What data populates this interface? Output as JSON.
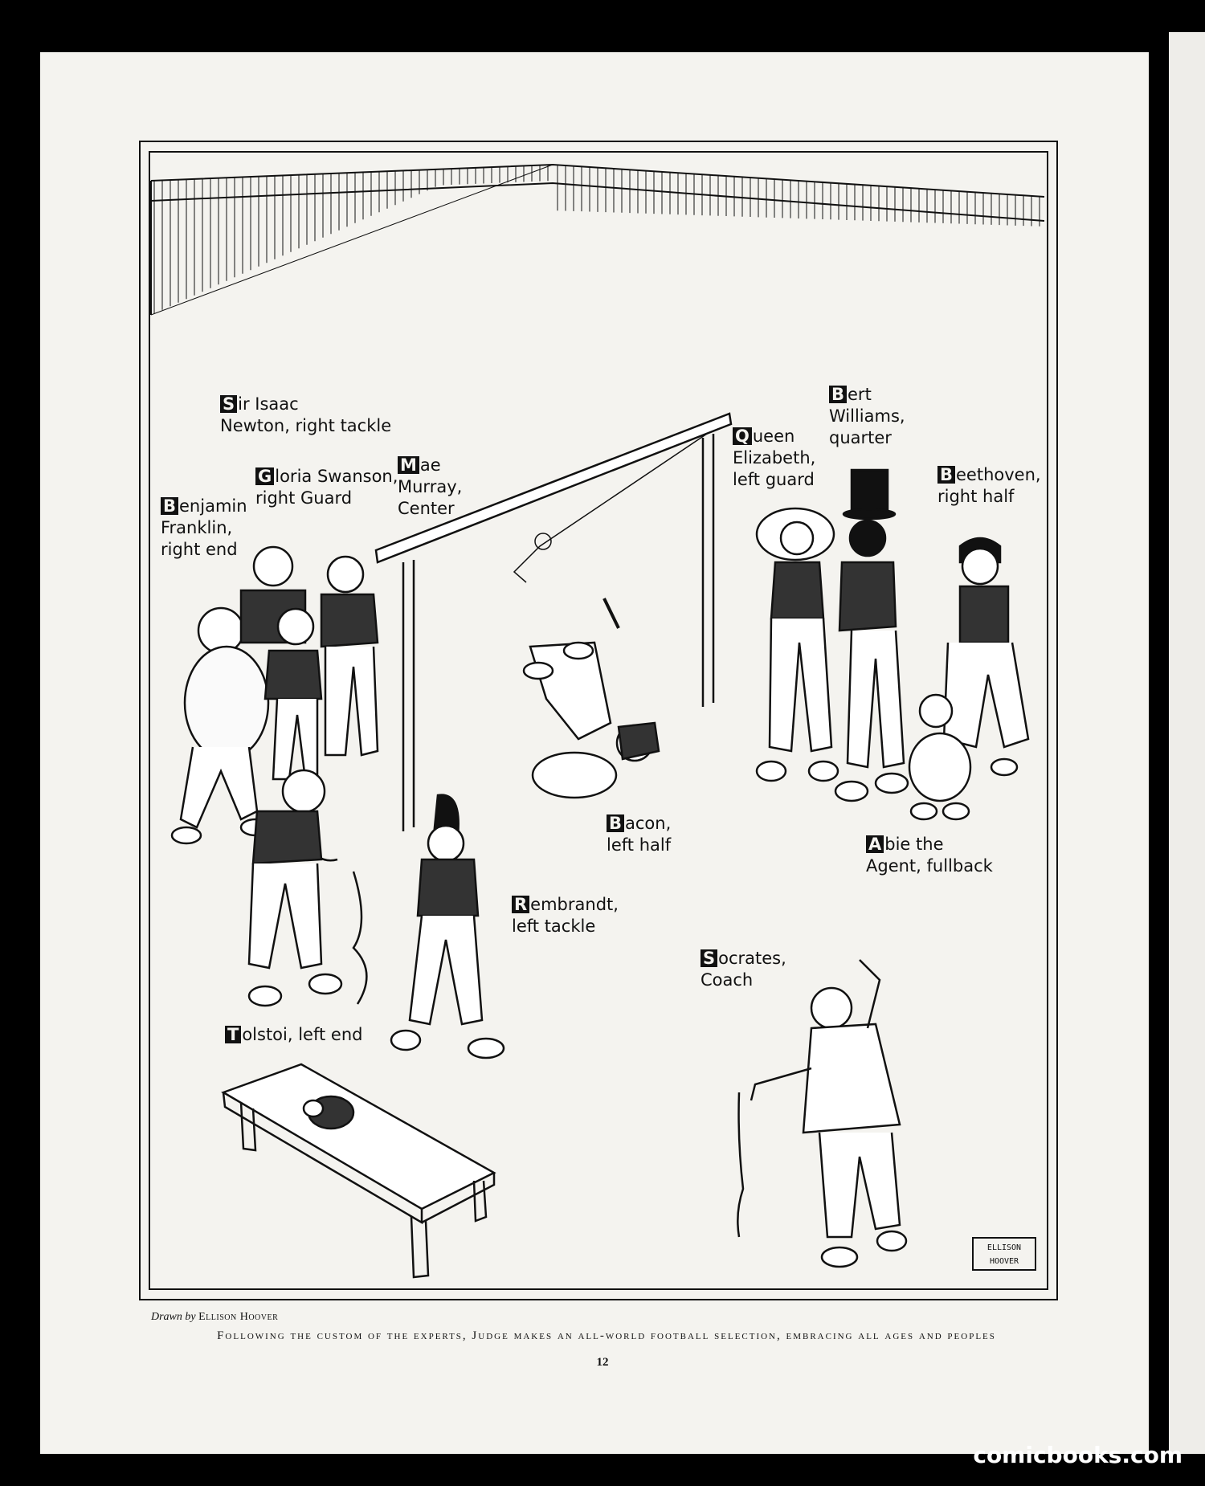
{
  "illustration": {
    "labels": [
      {
        "id": "newton",
        "initial": "S",
        "rest": "ir Isaac\n     Newton, right tackle"
      },
      {
        "id": "swanson",
        "initial": "G",
        "rest": "loria Swanson,\n  right Guard"
      },
      {
        "id": "murray",
        "initial": "M",
        "rest": "ae\n Murray,\nCenter"
      },
      {
        "id": "franklin",
        "initial": "B",
        "rest": "enjamin\nFranklin,\nright end"
      },
      {
        "id": "elizabeth",
        "initial": "Q",
        "rest": "ueen\nElizabeth,\nleft guard"
      },
      {
        "id": "williams",
        "initial": "B",
        "rest": "ert\nWilliams,\nquarter"
      },
      {
        "id": "beethoven",
        "initial": "B",
        "rest": "eethoven,\nright half"
      },
      {
        "id": "bacon",
        "initial": "B",
        "rest": "acon,\n  left half"
      },
      {
        "id": "abie",
        "initial": "A",
        "rest": "bie the\n     Agent, fullback"
      },
      {
        "id": "rembrandt",
        "initial": "R",
        "rest": "embrandt,\nleft tackle"
      },
      {
        "id": "socrates",
        "initial": "S",
        "rest": "ocrates,\nCoach"
      },
      {
        "id": "tolstoi",
        "initial": "T",
        "rest": "olstoi, left end"
      }
    ],
    "signature": "ELLISON\nHOOVER"
  },
  "credit": {
    "prefix": "Drawn by",
    "artist": "Ellison Hoover"
  },
  "caption": "Following the custom of the experts, Judge makes an all-world football selection, embracing all ages and peoples",
  "page_number": "12",
  "watermark": "comicbooks.com"
}
